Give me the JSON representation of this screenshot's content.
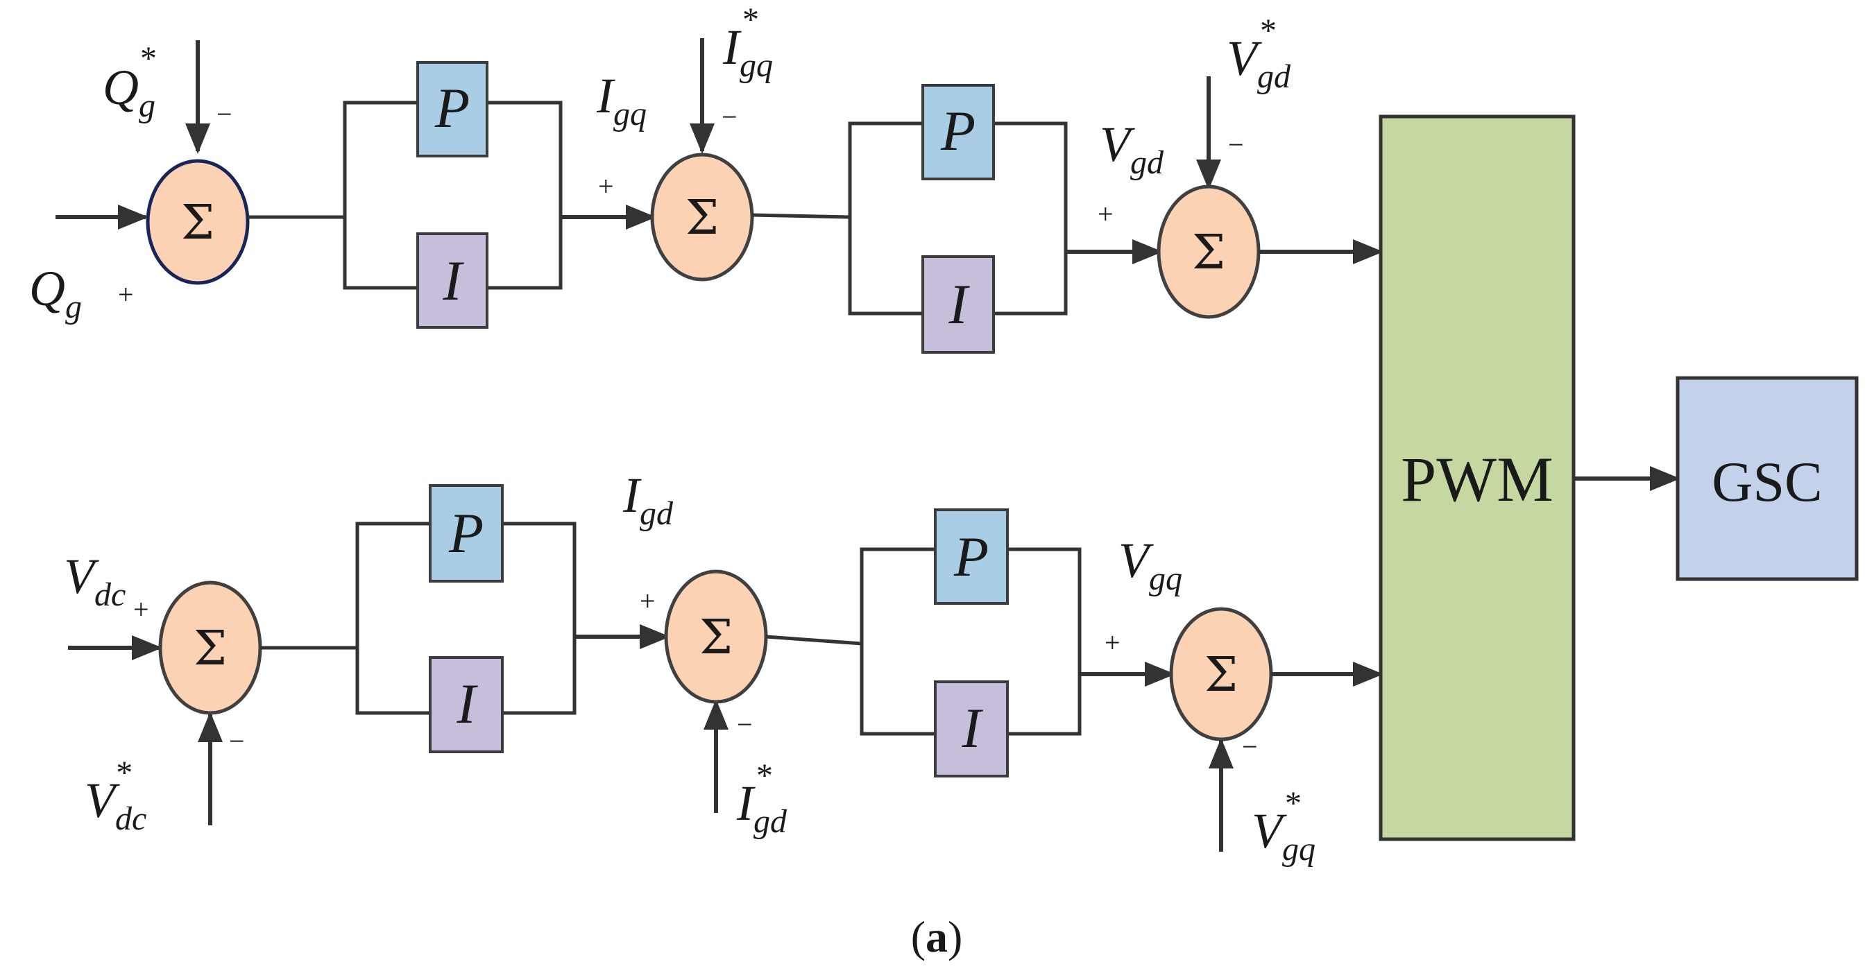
{
  "sum_symbol": "Σ",
  "p_block": "P",
  "i_block": "I",
  "plus": "+",
  "minus": "−",
  "star": "*",
  "pwm_label": "PWM",
  "gsc_label": "GSC",
  "caption": {
    "open": "(",
    "letter": "a",
    "close": ")"
  },
  "signals": {
    "Qg_ref": {
      "base": "Q",
      "sub": "g"
    },
    "Qg": {
      "base": "Q",
      "sub": "g"
    },
    "Igq": {
      "base": "I",
      "sub": "gq"
    },
    "Igq_ref": {
      "base": "I",
      "sub": "gq"
    },
    "Vgd": {
      "base": "V",
      "sub": "gd"
    },
    "Vgd_ref": {
      "base": "V",
      "sub": "gd"
    },
    "Vdc": {
      "base": "V",
      "sub": "dc"
    },
    "Vdc_ref": {
      "base": "V",
      "sub": "dc"
    },
    "Igd": {
      "base": "I",
      "sub": "gd"
    },
    "Igd_ref": {
      "base": "I",
      "sub": "gd"
    },
    "Vgq": {
      "base": "V",
      "sub": "gq"
    },
    "Vgq_ref": {
      "base": "V",
      "sub": "gq"
    }
  }
}
